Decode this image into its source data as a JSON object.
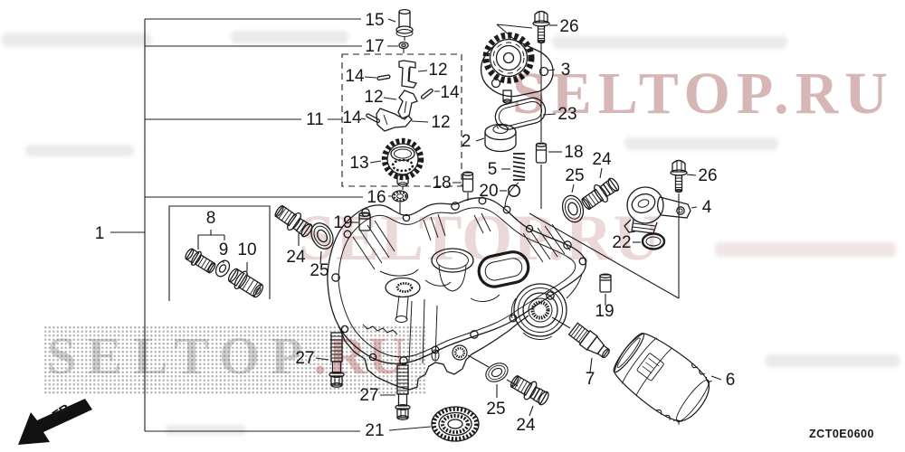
{
  "diagram": {
    "drawing_code": "ZCT0E0600",
    "direction_label": "FR.",
    "watermarks": {
      "top_right": "SELTOP.RU",
      "center": "SELTOP.RU",
      "bottom_left": "SELTOP",
      "bottom_left_suffix": ".RU"
    }
  },
  "callouts": [
    "1",
    "15",
    "17",
    "11",
    "14",
    "12",
    "12",
    "14",
    "14",
    "12",
    "13",
    "16",
    "26",
    "3",
    "23",
    "2",
    "5",
    "18",
    "18",
    "20",
    "19",
    "8",
    "9",
    "10",
    "24",
    "25",
    "24",
    "25",
    "26",
    "4",
    "22",
    "19",
    "7",
    "6",
    "27",
    "27",
    "21",
    "25",
    "24"
  ]
}
